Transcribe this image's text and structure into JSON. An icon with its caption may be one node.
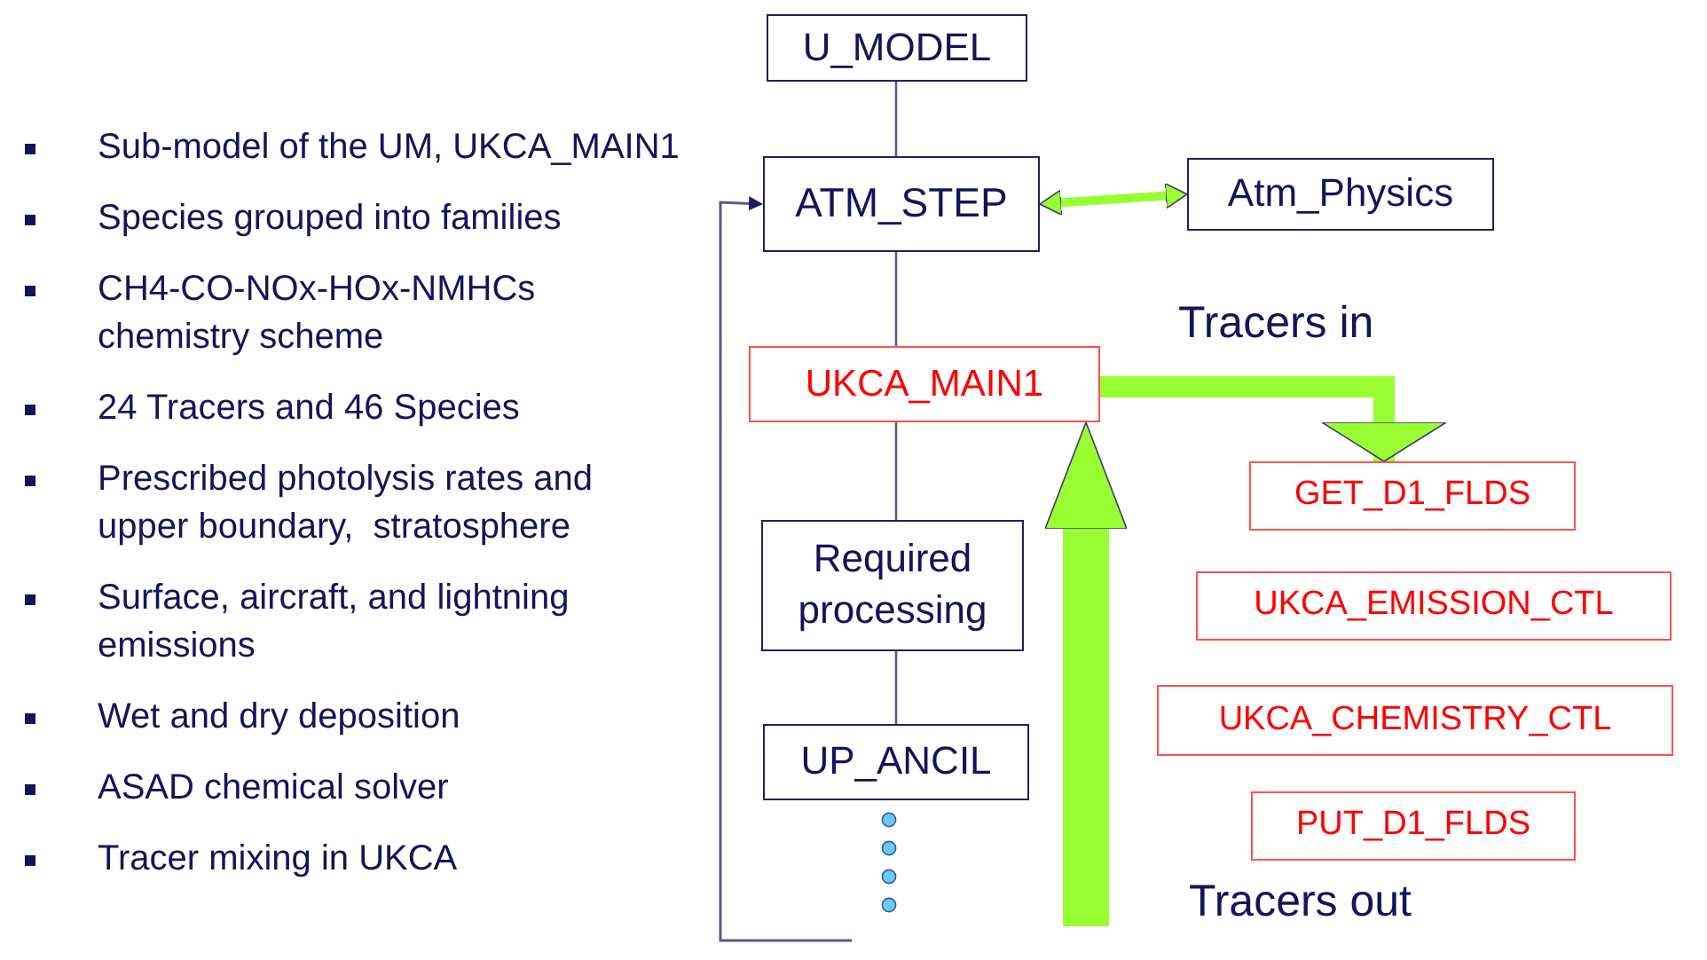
{
  "diagram": {
    "nodes": [
      {
        "text": [
          "U_MODEL"
        ]
      },
      {
        "text": [
          "ATM_STEP"
        ]
      },
      {
        "text": [
          "Atm_Physics"
        ]
      },
      {
        "text": [
          "UKCA_MAIN1"
        ]
      },
      {
        "text": [
          "Required processing"
        ]
      },
      {
        "text": [
          "UP_ANCIL"
        ]
      },
      {
        "text": [
          "GET_D1_FLDS"
        ]
      },
      {
        "text": [
          "UKCA_EMISSION_CTL"
        ]
      },
      {
        "text": [
          "UKCA_CHEMISTRY_CTL"
        ]
      },
      {
        "text": [
          "PUT_D1_FLDS"
        ]
      }
    ],
    "edges": [
      {
        "from": 0,
        "to": 1,
        "arrow": "none"
      },
      {
        "from": 1,
        "to": 2,
        "arrow": "both",
        "style": "thick",
        "color": "#99ff33"
      },
      {
        "from": 1,
        "to": 3,
        "arrow": "none"
      },
      {
        "from": 3,
        "to": 4,
        "arrow": "none"
      },
      {
        "from": 4,
        "to": 5,
        "arrow": "none"
      },
      {
        "from": null,
        "to": 1,
        "arrow": "to"
      },
      {
        "from": 3,
        "to": 6,
        "arrow": "to",
        "label": "Tracers in",
        "style": "thick",
        "color": "#99ff33"
      },
      {
        "from": null,
        "to": 3,
        "arrow": "to",
        "label": "Tracers out",
        "style": "thick",
        "color": "#99ff33"
      }
    ],
    "labels": [
      "Sub-model of the UM, UKCA_MAIN1",
      "Species grouped into families",
      "CH4-CO-NOx-HOx-NMHCs chemistry scheme",
      "24 Tracers and 46 Species",
      "Prescribed photolysis rates and upper boundary,  stratosphere",
      "Surface, aircraft, and lightning emissions",
      "Wet and dry deposition",
      "ASAD chemical solver",
      "Tracer mixing in UKCA"
    ]
  }
}
